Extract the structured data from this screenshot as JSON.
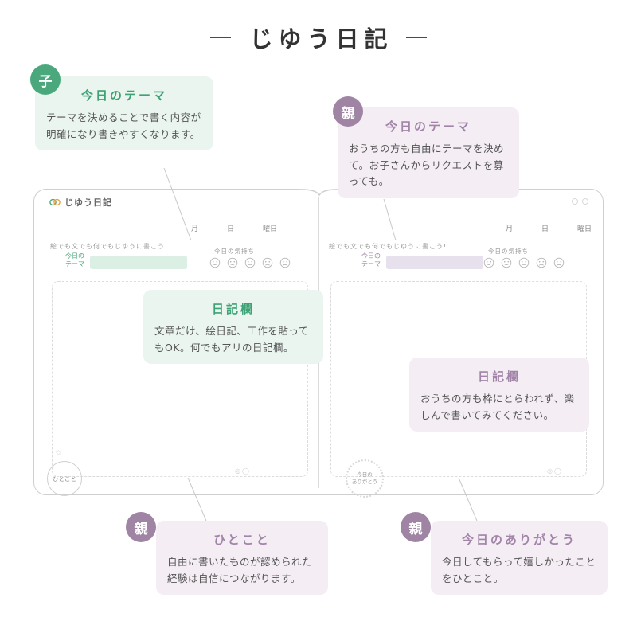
{
  "title": "じゆう日記",
  "colors": {
    "accent_green": "#4aa87c",
    "accent_purple": "#9f84a4",
    "tint_green": "#eaf5ef",
    "tint_purple": "#f4edf4"
  },
  "callouts": {
    "child_theme": {
      "badge": "子",
      "title": "今日のテーマ",
      "body": "テーマを決めることで書く内容が明確になり書きやすくなります。"
    },
    "parent_theme": {
      "badge": "親",
      "title": "今日のテーマ",
      "body": "おうちの方も自由にテーマを決めて。お子さんからリクエストを募っても。"
    },
    "child_diary": {
      "title": "日記欄",
      "body": "文章だけ、絵日記、工作を貼ってもOK。何でもアリの日記欄。"
    },
    "parent_diary": {
      "title": "日記欄",
      "body": "おうちの方も枠にとらわれず、楽しんで書いてみてください。"
    },
    "parent_hitokoto": {
      "badge": "親",
      "title": "ひとこと",
      "body": "自由に書いたものが認められた経験は自信につながります。"
    },
    "parent_arigatou": {
      "badge": "親",
      "title": "今日のありがとう",
      "body": "今日してもらって嬉しかったことをひとこと。"
    }
  },
  "notebook": {
    "logo_text": "じゆう日記",
    "date": {
      "month": "月",
      "day": "日",
      "weekday": "曜日"
    },
    "prompt": "絵でも文でも何でもじゆうに書こう!",
    "theme_label": {
      "line1": "今日の",
      "line2": "テーマ"
    },
    "mood_label": "今日の気持ち",
    "hitokoto": "ひとこと",
    "arigatou": {
      "line1": "今日の",
      "line2": "ありがとう"
    }
  }
}
